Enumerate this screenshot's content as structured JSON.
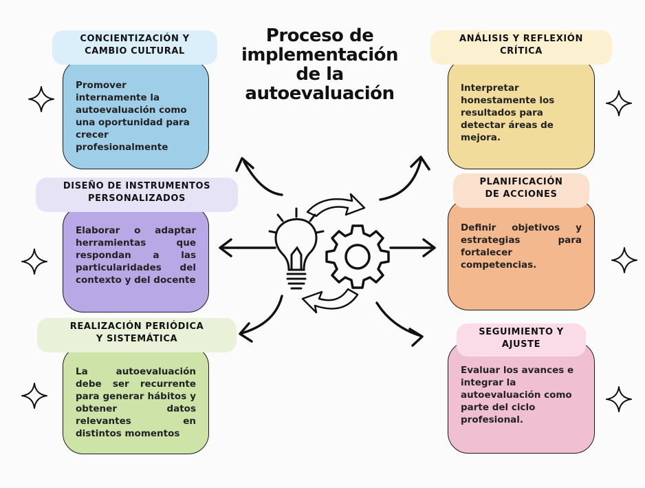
{
  "title": {
    "line1": "Proceso de",
    "line2": "implementación",
    "line3": "de la",
    "line4": "autoevaluación"
  },
  "steps": [
    {
      "label_line1": "CONCIENTIZACIÓN Y",
      "label_line2": "CAMBIO CULTURAL",
      "text": "Promover internamente la autoevaluación como una oportunidad para crecer profesionalmente",
      "card_color": "#9fcfe8",
      "label_color": "#dbeffa"
    },
    {
      "label_line1": "DISEÑO DE INSTRUMENTOS",
      "label_line2": "PERSONALIZADOS",
      "text": "Elaborar o adaptar herramientas que respondan a las particularidades del contexto y del docente",
      "card_color": "#b8a9e6",
      "label_color": "#e6e3f7"
    },
    {
      "label_line1": "REALIZACIÓN PERIÓDICA",
      "label_line2": "Y SISTEMÁTICA",
      "text": "La autoevaluación debe ser recurrente para generar hábitos y obtener datos relevantes en distintos momentos",
      "card_color": "#cde3a8",
      "label_color": "#e9f2d8"
    },
    {
      "label_line1": "ANÁLISIS Y REFLEXIÓN",
      "label_line2": "CRÍTICA",
      "text": "Interpretar honestamente los resultados para detectar áreas de mejora.",
      "card_color": "#f1dc9b",
      "label_color": "#fbf0cf"
    },
    {
      "label_line1": "PLANIFICACIÓN",
      "label_line2": "DE ACCIONES",
      "text": "Definir objetivos y estrategias para fortalecer competencias.",
      "card_color": "#f3b88e",
      "label_color": "#fbe0cd"
    },
    {
      "label_line1": "SEGUIMIENTO Y",
      "label_line2": "AJUSTE",
      "text": "Evaluar los avances e integrar la autoevaluación como parte del ciclo profesional.",
      "card_color": "#f0bfd2",
      "label_color": "#f9dce7"
    }
  ],
  "icons": {
    "center_left": "lightbulb-icon",
    "center_right": "gear-icon",
    "decoration": "sparkle-icon"
  }
}
